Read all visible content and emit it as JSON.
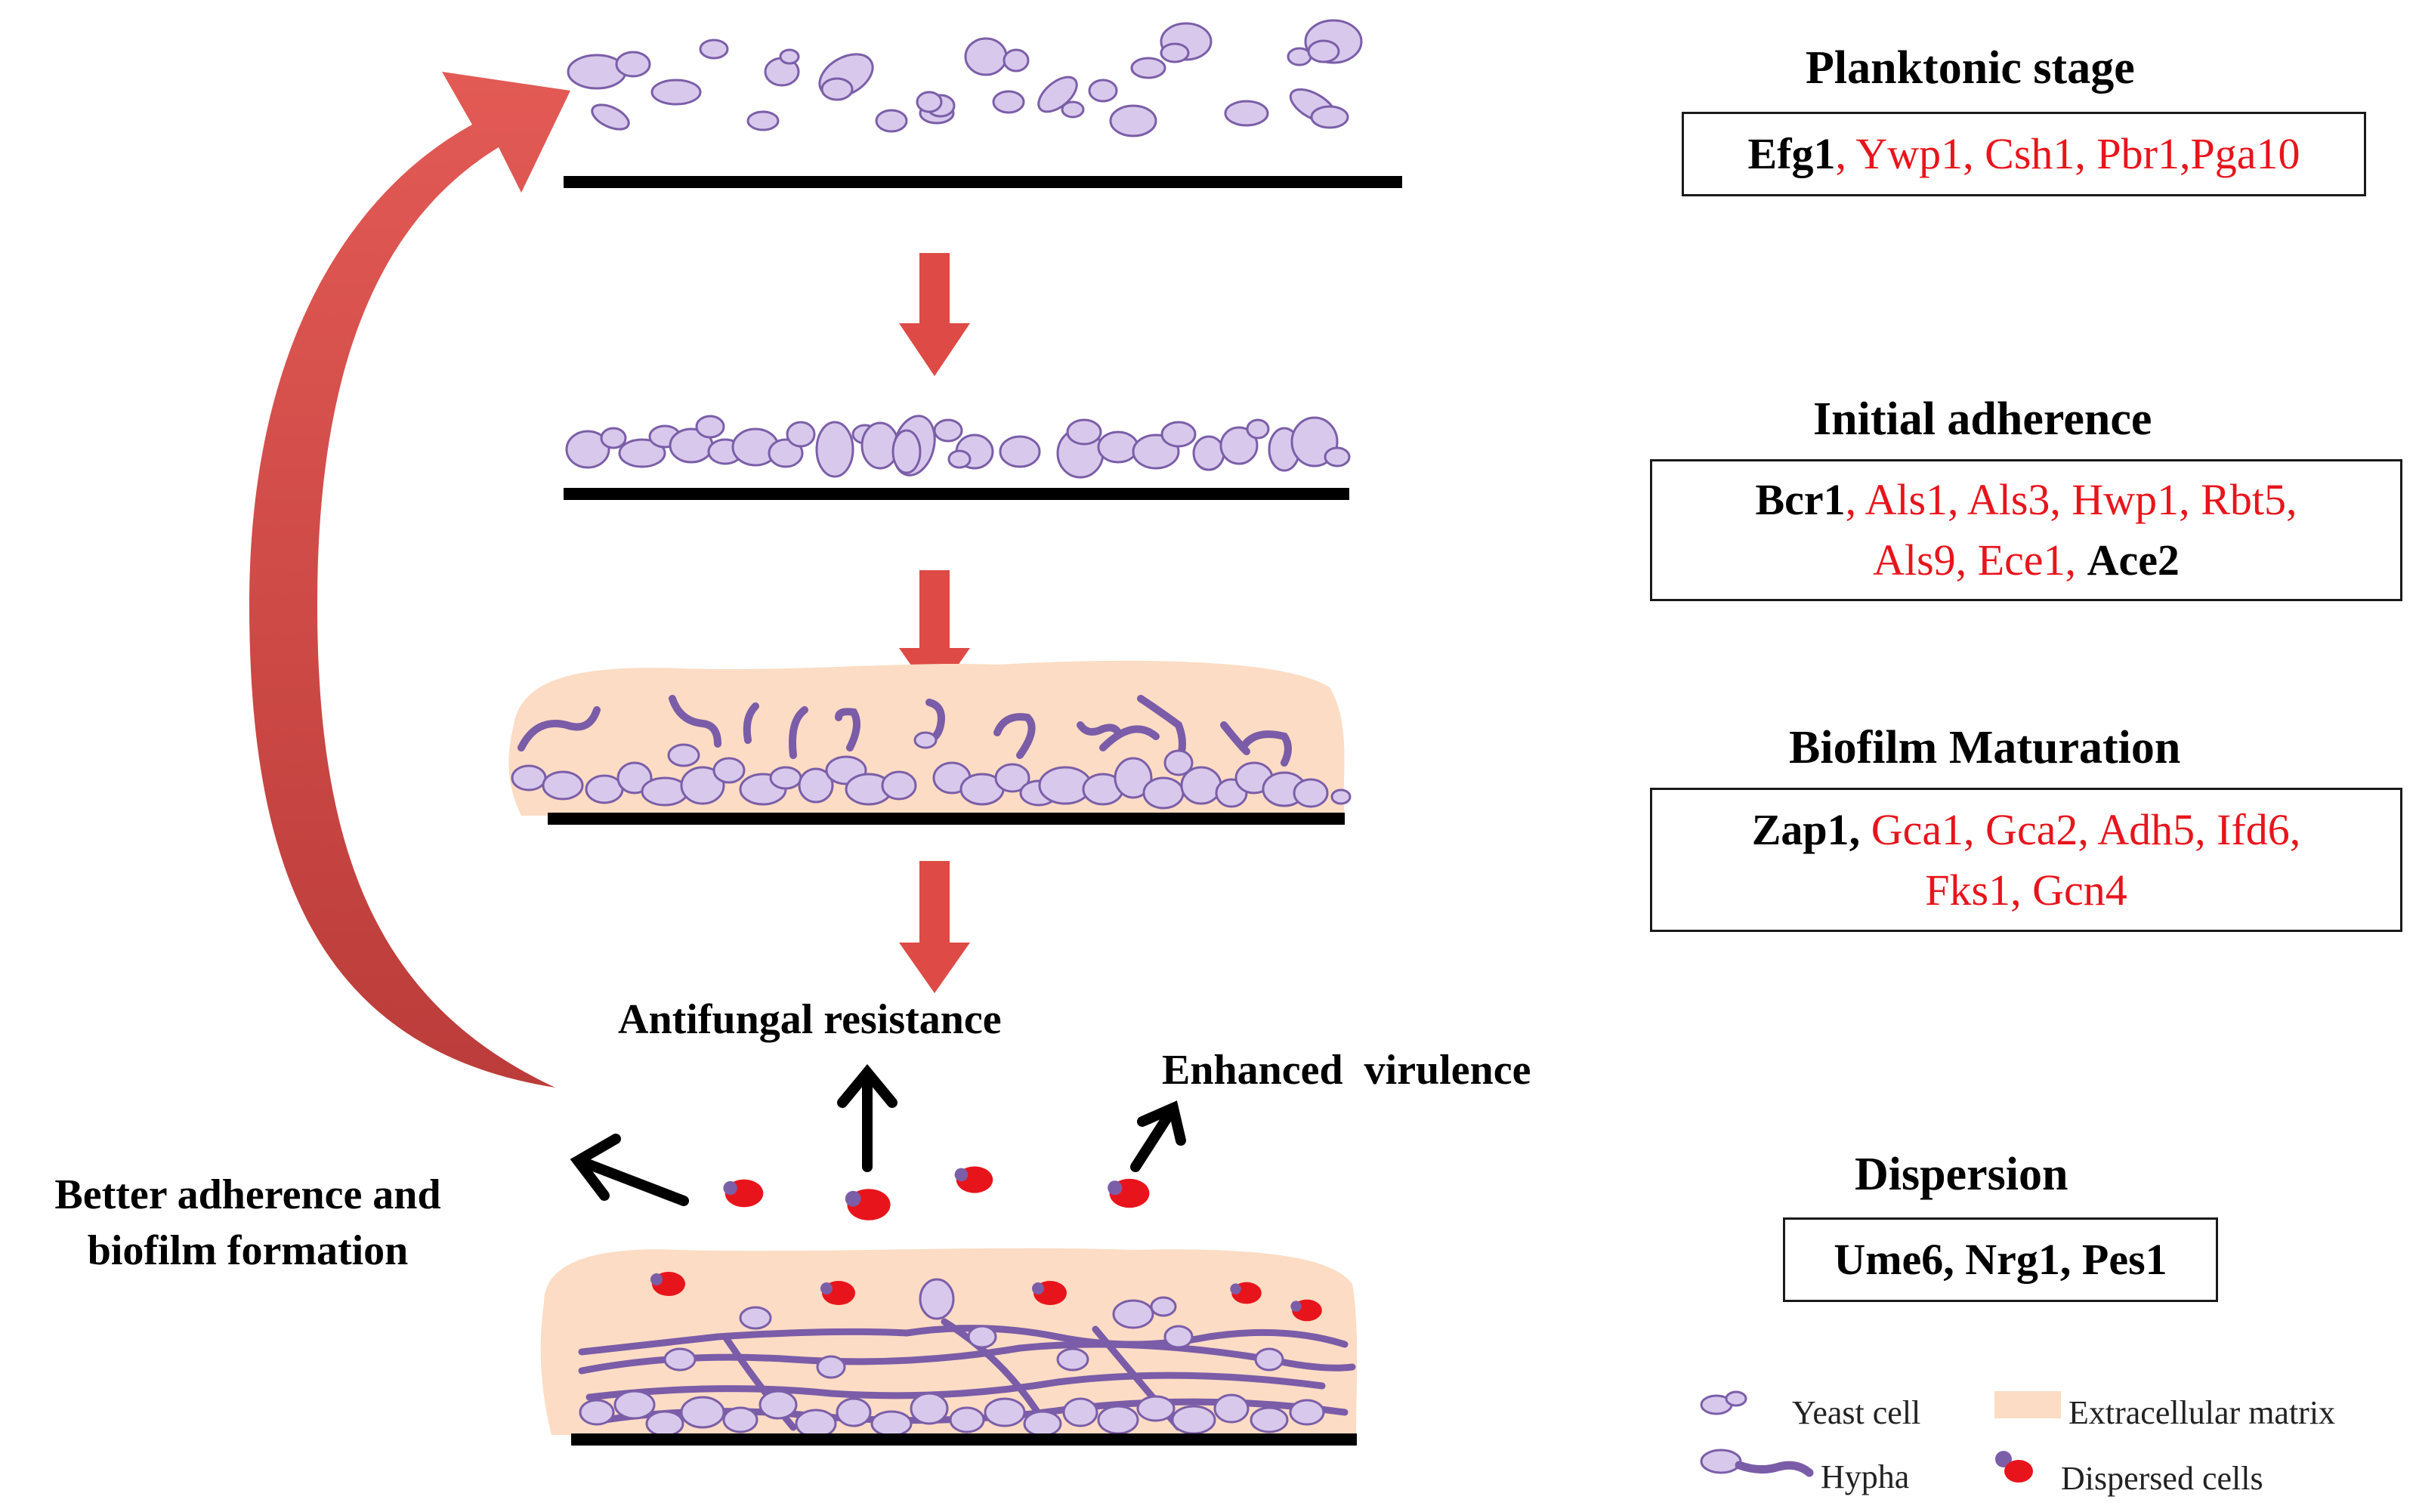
{
  "colors": {
    "cell_fill": "#d8c9ec",
    "cell_stroke": "#7b5ea8",
    "hypha": "#7a5ca8",
    "matrix": "#fcdcc4",
    "arrow_red": "#de4a45",
    "curve_red_top": "#e35a55",
    "curve_red_bottom": "#b83a38",
    "dispersed": "#e8141c",
    "gene_red": "#e8141c",
    "surface": "#000000"
  },
  "stages": [
    {
      "title": "Planktonic stage",
      "genes": [
        [
          {
            "text": "Efg1",
            "color": "black"
          },
          {
            "text": ", Ywp1, Csh1, Pbr1,Pga10",
            "color": "red"
          }
        ]
      ]
    },
    {
      "title": "Initial adherence",
      "genes": [
        [
          {
            "text": "Bcr1",
            "color": "black"
          },
          {
            "text": ", Als1, Als3, Hwp1, Rbt5,",
            "color": "red"
          }
        ],
        [
          {
            "text": "Als9, Ece1, ",
            "color": "red"
          },
          {
            "text": "Ace2",
            "color": "black"
          }
        ]
      ]
    },
    {
      "title": "Biofilm Maturation",
      "genes": [
        [
          {
            "text": "Zap1, ",
            "color": "black"
          },
          {
            "text": "Gca1, Gca2, Adh5, Ifd6,",
            "color": "red"
          }
        ],
        [
          {
            "text": "Fks1, Gcn4",
            "color": "red"
          }
        ]
      ]
    },
    {
      "title": "Dispersion",
      "genes": [
        [
          {
            "text": "Ume6, Nrg1, Pes1",
            "color": "black"
          }
        ]
      ]
    }
  ],
  "outcomes": {
    "antifungal": "Antifungal resistance",
    "virulence": "Enhanced  virulence",
    "adherence_line1": "Better adherence and",
    "adherence_line2": "biofilm formation"
  },
  "legend": {
    "yeast": "Yeast cell",
    "matrix": "Extracellular matrix",
    "hypha": "Hypha",
    "dispersed": "Dispersed cells"
  }
}
